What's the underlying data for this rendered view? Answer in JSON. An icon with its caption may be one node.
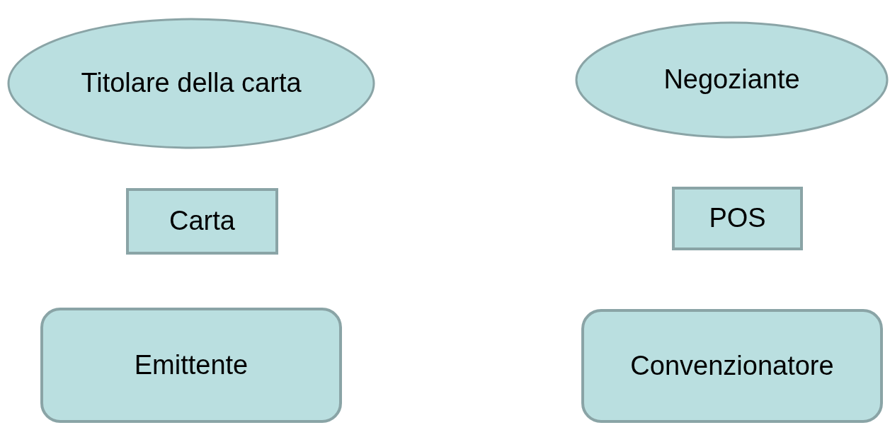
{
  "diagram": {
    "nodes": [
      {
        "text": [
          "Titolare della carta"
        ]
      },
      {
        "text": [
          "Negoziante"
        ]
      },
      {
        "text": [
          "Carta"
        ]
      },
      {
        "text": [
          "POS"
        ]
      },
      {
        "text": [
          "Emittente"
        ]
      },
      {
        "text": [
          "Convenzionatore"
        ]
      }
    ]
  }
}
